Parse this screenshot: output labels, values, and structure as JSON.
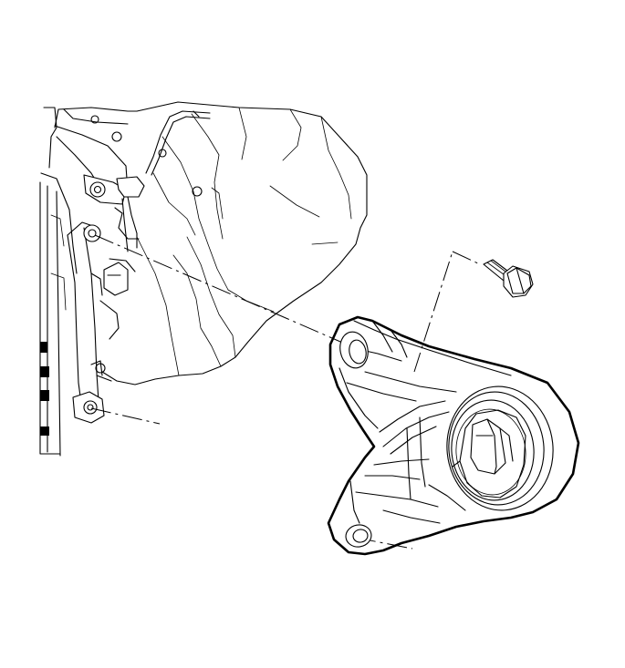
{
  "diagram": {
    "parts": [
      {
        "name": "transmission-housing"
      },
      {
        "name": "transmission-mount"
      },
      {
        "name": "mount-bolt"
      }
    ]
  }
}
